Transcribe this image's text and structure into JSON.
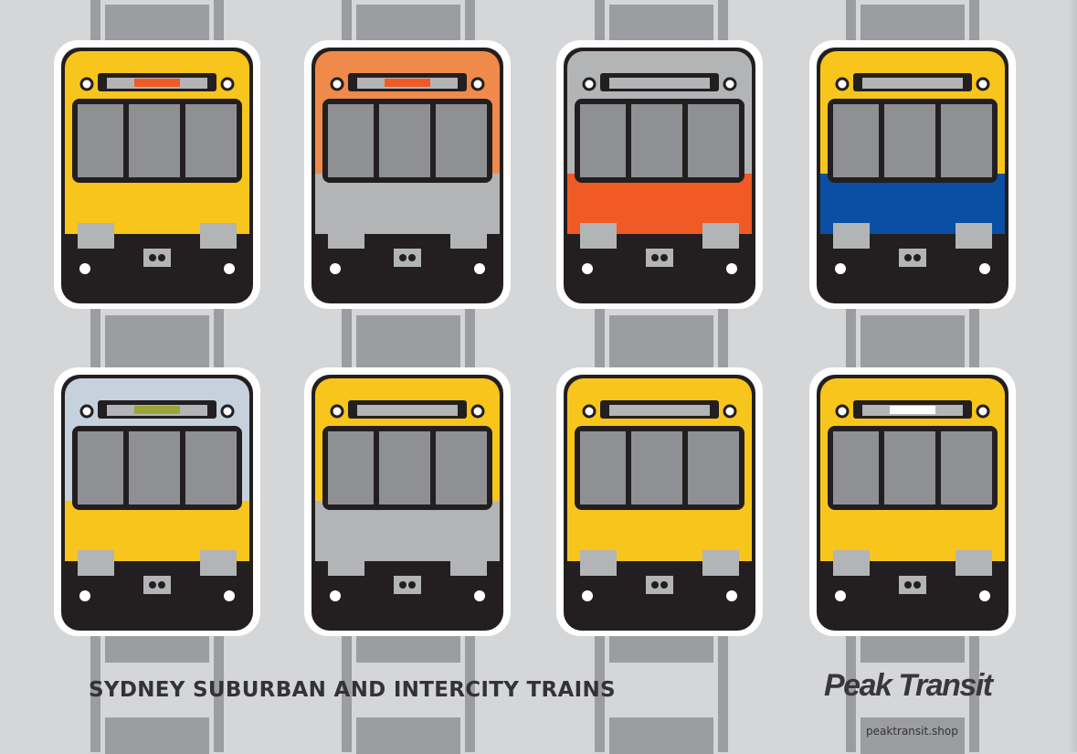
{
  "sheet": {
    "title": "SYDNEY SUBURBAN AND INTERCITY TRAINS",
    "brand": "Peak Transit",
    "url": "peaktransit.shop"
  },
  "colors": {
    "background": "#d5d6d8",
    "track": "#9c9da0",
    "yellow": "#f7c51c",
    "orange": "#ef8a4a",
    "red_orange": "#f05a24",
    "blue": "#0a4fa3",
    "window": "#8f9093",
    "dark": "#231f20",
    "silver": "#b3b4b6",
    "pale_blue": "#c5d1dd"
  },
  "trains": [
    {
      "name": "yellow-suburban-train",
      "body": "#f7c51c",
      "lower": "#f7c51c",
      "display": "#f05a24"
    },
    {
      "name": "orange-suburban-train",
      "body": "#ef8a4a",
      "lower": "#b3b4b6",
      "display": "#f05a24"
    },
    {
      "name": "silver-orange-intercity-train",
      "body": "#b3b4b6",
      "lower": "#f05a24",
      "display": "#b3b4b6"
    },
    {
      "name": "yellow-blue-intercity-train",
      "body": "#f7c51c",
      "lower": "#0a4fa3",
      "display": "#b3b4b6"
    },
    {
      "name": "silver-yellow-tangara-train",
      "body": "#c5d1dd",
      "lower": "#f7c51c",
      "display": "#9aa537"
    },
    {
      "name": "yellow-oscar-train",
      "body": "#f7c51c",
      "lower": "#b3b4b6",
      "display": "#b3b4b6"
    },
    {
      "name": "yellow-millennium-train",
      "body": "#f7c51c",
      "lower": "#f7c51c",
      "display": "#b3b4b6"
    },
    {
      "name": "orange-yellow-s-set-train",
      "body": "#f7c51c",
      "lower": "#f7c51c",
      "display": "#ffffff"
    }
  ]
}
